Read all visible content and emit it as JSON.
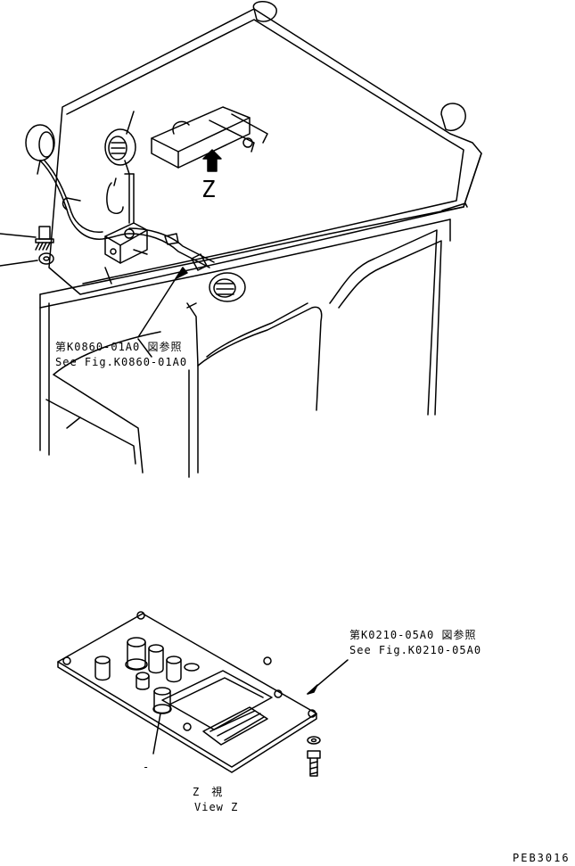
{
  "top_view_marker": "Z",
  "callout_cab": {
    "ja": "第K0860-01A0 図参照",
    "en": "See Fig.K0860-01A0"
  },
  "callout_plate": {
    "ja": "第K0210-05A0 図参照",
    "en": "See Fig.K0210-05A0"
  },
  "view_caption": {
    "ja": "Z　視",
    "en": "View Z"
  },
  "small_mark": "-",
  "drawing_code": "PEB3016"
}
